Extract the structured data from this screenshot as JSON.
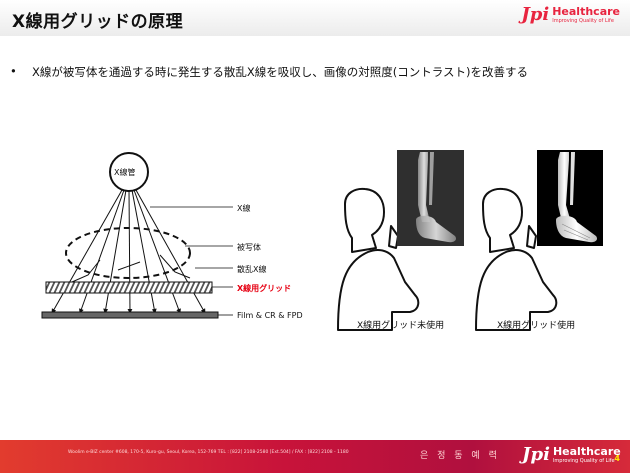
{
  "slide": {
    "title": "X線用グリッドの原理",
    "bullet": "•",
    "description": "X線が被写体を通過する時に発生する散乱X線を吸収し、画像の対照度(コントラスト)を改善する",
    "page_number": "4"
  },
  "logo": {
    "mark": "Jpi",
    "name": "Healthcare",
    "tagline": "Improving Quality of Life"
  },
  "diagram": {
    "tube_label": "X線管",
    "labels": {
      "xray": "X線",
      "subject": "被写体",
      "scatter": "散乱X線",
      "grid": "X線用グリッド",
      "detector": "Film & CR & FPD"
    },
    "accent_color": "#e60012"
  },
  "comparison": {
    "without_grid": "X線用グリッド未使用",
    "with_grid": "X線用グリッド使用"
  },
  "footer": {
    "address": "Woolim e-BIZ center #608, 170-5, Kuro-gu, Seoul, Korea, 152-769  TEL : [822] 2108-2580 [Ext.504] / FAX : [822] 2108 - 1180",
    "korean": "은 정 동 예 력"
  }
}
